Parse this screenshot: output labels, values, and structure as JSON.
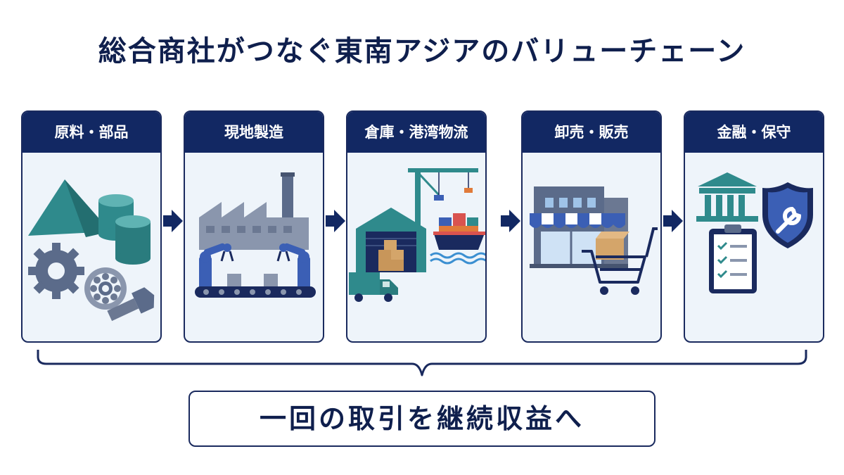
{
  "title": "総合商社がつなぐ東南アジアのバリューチェーン",
  "stages": [
    {
      "label": "原料・部品",
      "icon": "raw-materials-parts-icon"
    },
    {
      "label": "現地製造",
      "icon": "factory-robot-arms-icon"
    },
    {
      "label": "倉庫・港湾物流",
      "icon": "warehouse-port-ship-icon"
    },
    {
      "label": "卸売・販売",
      "icon": "store-shopping-cart-icon"
    },
    {
      "label": "金融・保守",
      "icon": "bank-shield-checklist-icon"
    }
  ],
  "result": "一回の取引を継続収益へ",
  "colors": {
    "navy": "#122863",
    "teal": "#2f8a8c",
    "steel": "#5b6b8a",
    "blue": "#3b5fb5",
    "light_bg": "#eef4fa"
  }
}
